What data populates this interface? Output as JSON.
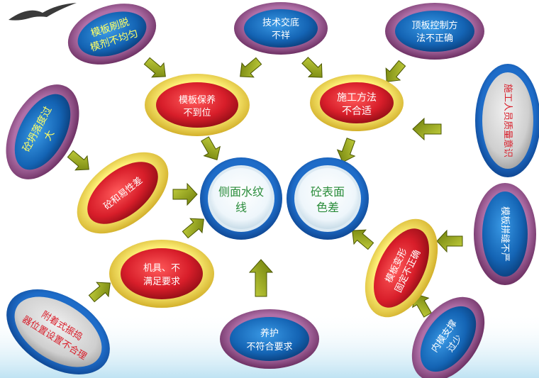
{
  "effects": {
    "side_ripple": "侧面水纹线",
    "color_diff": "砼表面色差"
  },
  "causes": {
    "release_agent": "模板刷脱模剂不均匀",
    "tech_briefing": "技术交底不祥",
    "verticality": "顶板控制方法不正确",
    "curing": "模板保养不到位",
    "method": "施工方法不合适",
    "quality_awareness": "施工人员质量意识",
    "slump": "砼坍落度过大",
    "workability": "砼和易性差",
    "equipment": "机具、不满足要求",
    "vibrator": "附着式振捣器位置设置不合理",
    "moist_curing": "养护不符合要求",
    "deformation": "模板变形固定不正确",
    "joints": "模板拼缝不严",
    "support": "内模支撑过少"
  },
  "colors": {
    "red": "#d81e2a",
    "blue": "#1464b4",
    "grey": "#cfcfcf",
    "purple": "#7a2f6a",
    "arrow": "#8a9a10",
    "sea": "#bfe3f3"
  }
}
